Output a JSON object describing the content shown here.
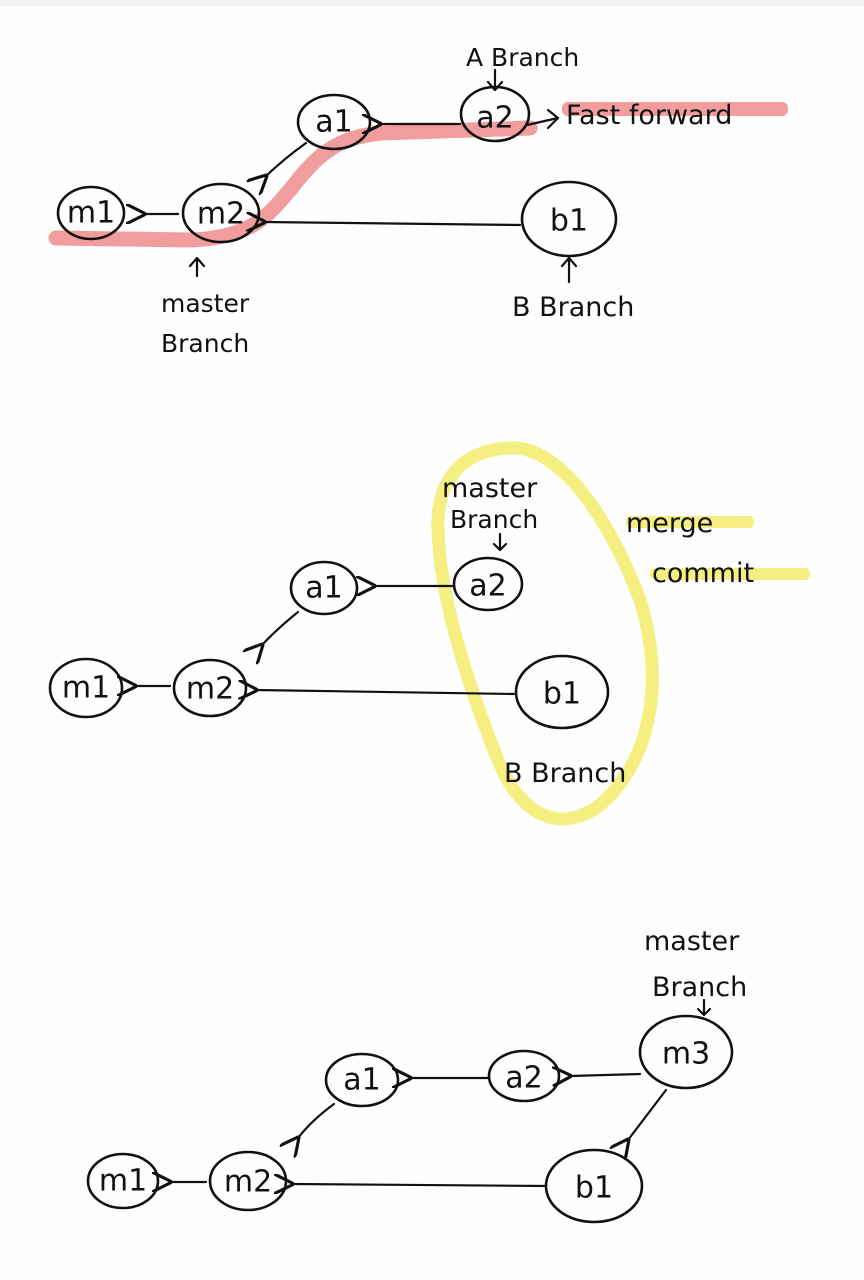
{
  "diagrams": [
    {
      "nodes": {
        "m1": "m1",
        "m2": "m2",
        "a1": "a1",
        "a2": "a2",
        "b1": "b1"
      },
      "labels": {
        "a_branch": "A Branch",
        "fast_forward": "Fast forward",
        "master_line1": "master",
        "master_line2": "Branch",
        "b_branch": "B Branch"
      }
    },
    {
      "nodes": {
        "m1": "m1",
        "m2": "m2",
        "a1": "a1",
        "a2": "a2",
        "b1": "b1"
      },
      "labels": {
        "master_line1": "master",
        "master_line2": "Branch",
        "merge_line1": "merge",
        "merge_line2": "commit",
        "b_branch": "B Branch"
      }
    },
    {
      "nodes": {
        "m1": "m1",
        "m2": "m2",
        "a1": "a1",
        "a2": "a2",
        "m3": "m3",
        "b1": "b1"
      },
      "labels": {
        "master_line1": "master",
        "master_line2": "Branch"
      }
    }
  ],
  "colors": {
    "ink": "#111111",
    "highlight_red": "#f08c8c",
    "highlight_yellow": "#f3ee79",
    "paper": "#fefefe"
  }
}
